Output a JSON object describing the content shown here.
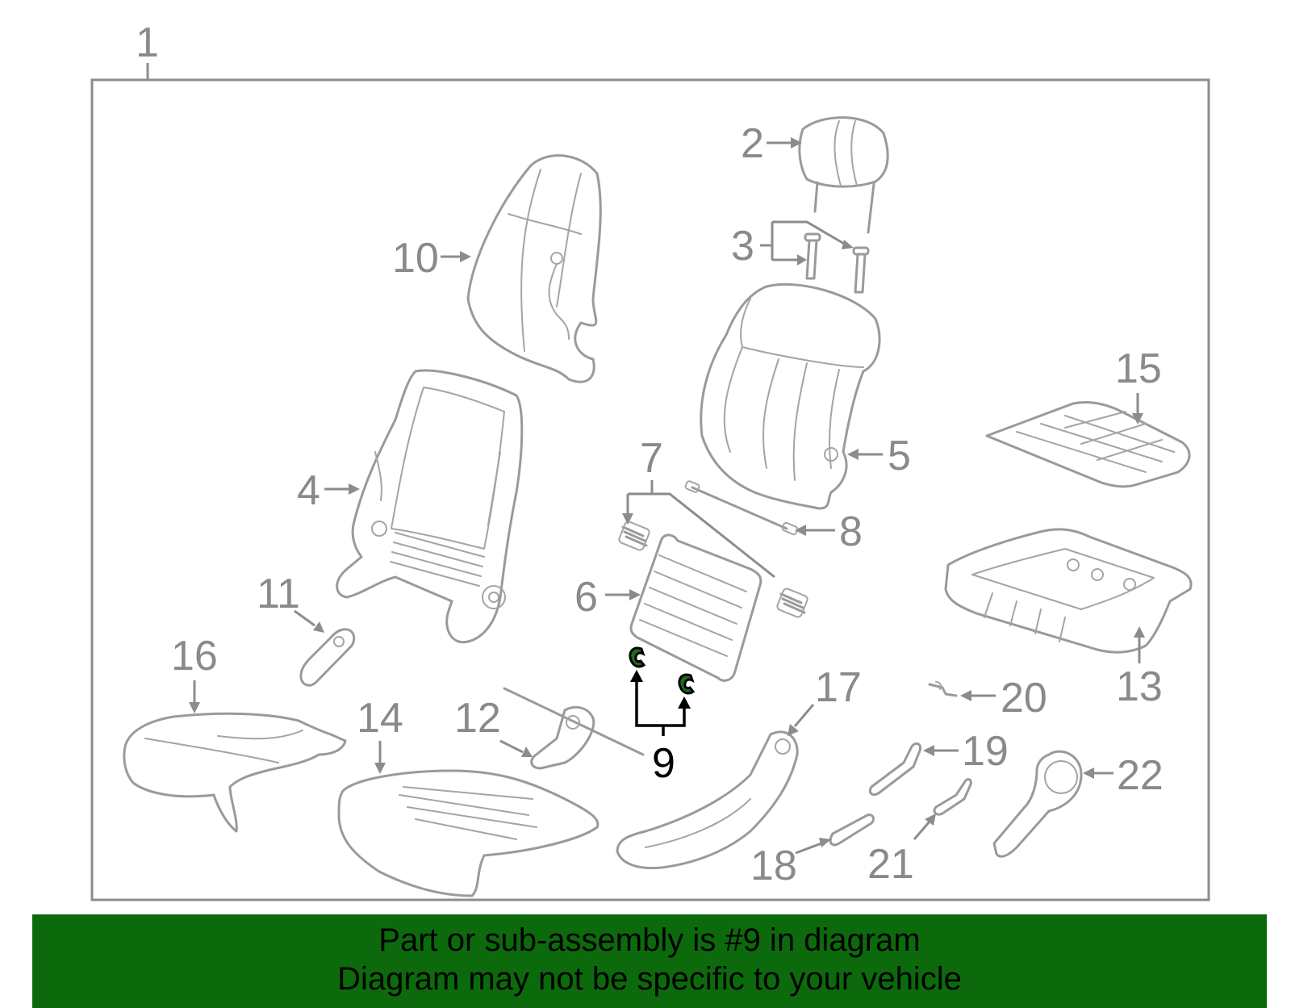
{
  "callouts": {
    "c1": "1",
    "c2": "2",
    "c3": "3",
    "c4": "4",
    "c5": "5",
    "c6": "6",
    "c7": "7",
    "c8": "8",
    "c9": "9",
    "c10": "10",
    "c11": "11",
    "c12": "12",
    "c13": "13",
    "c14": "14",
    "c15": "15",
    "c16": "16",
    "c17": "17",
    "c18": "18",
    "c19": "19",
    "c20": "20",
    "c21": "21",
    "c22": "22"
  },
  "highlighted_part": "9",
  "colors": {
    "banner": "#0c6a0c",
    "parts": "#9a9a9a",
    "highlight": "#000000"
  },
  "banner": {
    "line1": "Part or sub-assembly is #9 in diagram",
    "line2": "Diagram may not be specific to your vehicle"
  }
}
